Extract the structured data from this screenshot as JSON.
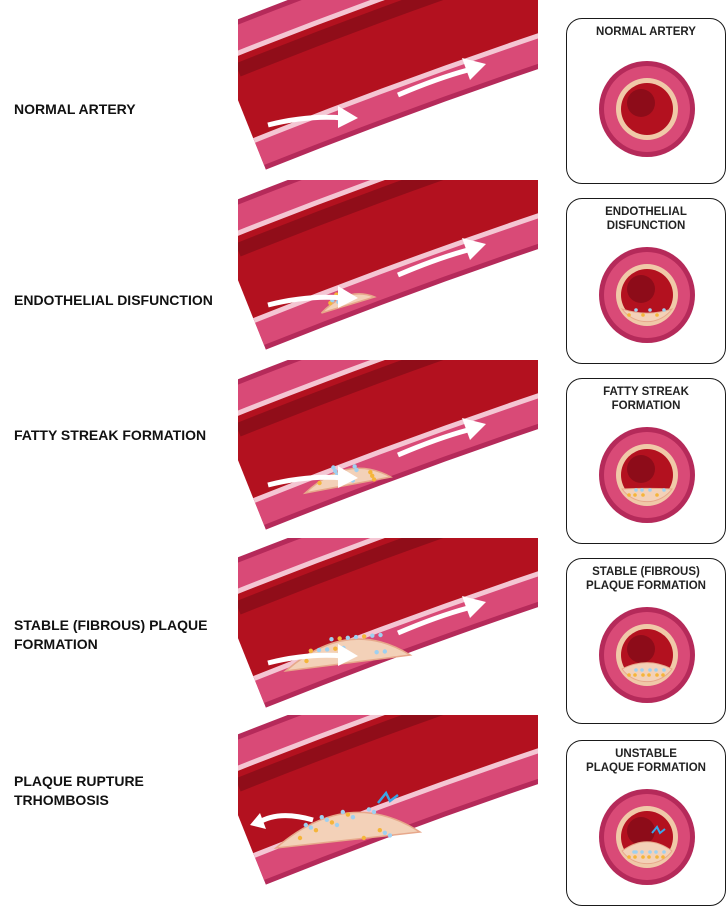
{
  "colors": {
    "wall": "#d94a77",
    "wall_dark": "#b52a5a",
    "lumen": "#b3111f",
    "lumen_dark": "#6e0a14",
    "plaque": "#f3d1b8",
    "flow_arrow": "#ffffff",
    "card_border": "#1a1a1a"
  },
  "stages": [
    {
      "label": "NORMAL ARTERY",
      "card_title": "NORMAL ARTERY",
      "plaque_level": 0,
      "rupture": false
    },
    {
      "label": "ENDOTHELIAL DISFUNCTION",
      "card_title": "ENDOTHELIAL\nDISFUNCTION",
      "plaque_level": 0.1,
      "rupture": false
    },
    {
      "label": "FATTY STREAK FORMATION",
      "card_title": "FATTY STREAK\nFORMATION",
      "plaque_level": 0.35,
      "rupture": false
    },
    {
      "label": "STABLE (FIBROUS) PLAQUE FORMATION",
      "card_title": "STABLE (FIBROUS)\nPLAQUE FORMATION",
      "plaque_level": 0.65,
      "rupture": false
    },
    {
      "label": "PLAQUE RUPTURE TRHOMBOSIS",
      "card_title": "UNSTABLE\nPLAQUE FORMATION",
      "plaque_level": 0.8,
      "rupture": true
    }
  ]
}
